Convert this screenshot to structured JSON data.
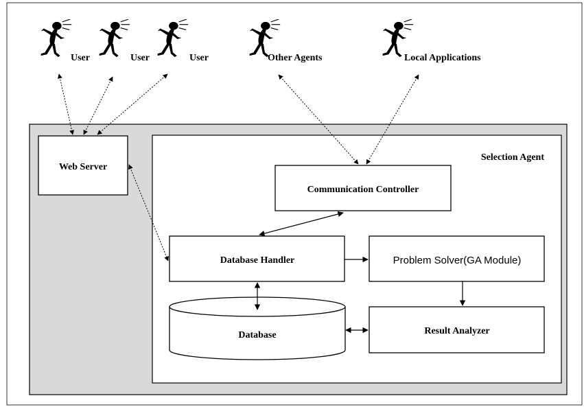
{
  "actors": [
    {
      "label": "User"
    },
    {
      "label": "User"
    },
    {
      "label": "User"
    },
    {
      "label": "Other Agents"
    },
    {
      "label": "Local Applications"
    }
  ],
  "containers": {
    "selection_agent": "Selection Agent"
  },
  "boxes": {
    "web_server": "Web Server",
    "communication_controller": "Communication Controller",
    "database_handler": "Database Handler",
    "problem_solver": "Problem Solver(GA Module)",
    "database": "Database",
    "result_analyzer": "Result Analyzer"
  },
  "icon": "stick-figure-agent-icon",
  "colors": {
    "outer_background": "#d9d9d9",
    "stroke": "#000000",
    "box_fill": "#ffffff"
  }
}
